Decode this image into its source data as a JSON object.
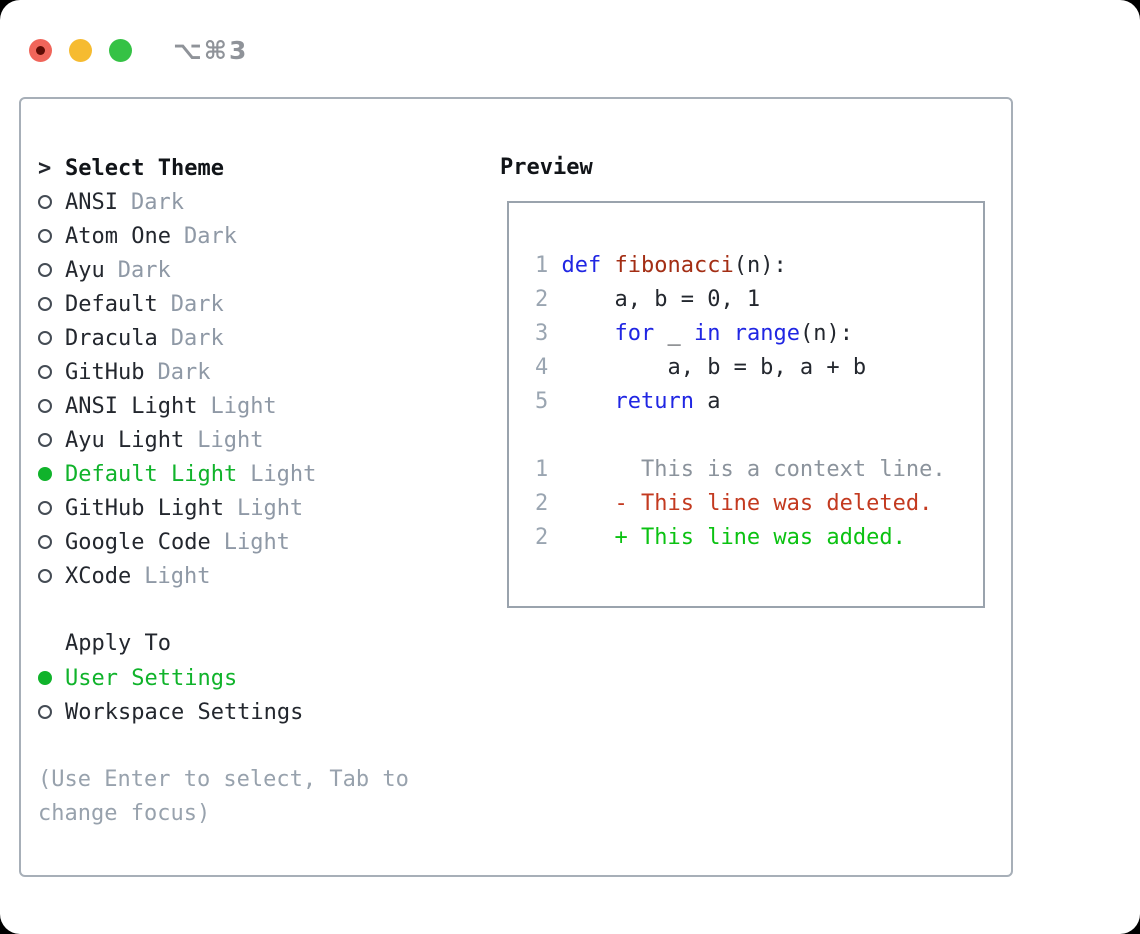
{
  "window": {
    "title": "⌥⌘3"
  },
  "left": {
    "header_prefix": ">",
    "header_label": "Select Theme",
    "themes": [
      {
        "name": "ANSI",
        "variant": "Dark",
        "selected": false
      },
      {
        "name": "Atom One",
        "variant": "Dark",
        "selected": false
      },
      {
        "name": "Ayu",
        "variant": "Dark",
        "selected": false
      },
      {
        "name": "Default",
        "variant": "Dark",
        "selected": false
      },
      {
        "name": "Dracula",
        "variant": "Dark",
        "selected": false
      },
      {
        "name": "GitHub",
        "variant": "Dark",
        "selected": false
      },
      {
        "name": "ANSI Light",
        "variant": "Light",
        "selected": false
      },
      {
        "name": "Ayu Light",
        "variant": "Light",
        "selected": false
      },
      {
        "name": "Default Light",
        "variant": "Light",
        "selected": true
      },
      {
        "name": "GitHub Light",
        "variant": "Light",
        "selected": false
      },
      {
        "name": "Google Code",
        "variant": "Light",
        "selected": false
      },
      {
        "name": "XCode",
        "variant": "Light",
        "selected": false
      }
    ],
    "apply_to_label": "Apply To",
    "apply_options": [
      {
        "name": "User Settings",
        "selected": true
      },
      {
        "name": "Workspace Settings",
        "selected": false
      }
    ],
    "hint": "(Use Enter to select, Tab to change focus)"
  },
  "preview": {
    "label": "Preview",
    "lines": [
      {
        "num": "1",
        "tokens": [
          [
            "kw",
            "def"
          ],
          [
            "pl",
            " "
          ],
          [
            "fn",
            "fibonacci"
          ],
          [
            "pl",
            "(n):"
          ]
        ]
      },
      {
        "num": "2",
        "tokens": [
          [
            "pl",
            "    a, b = 0, 1"
          ]
        ]
      },
      {
        "num": "3",
        "tokens": [
          [
            "pl",
            "    "
          ],
          [
            "kw",
            "for"
          ],
          [
            "pl",
            " _ "
          ],
          [
            "kw",
            "in"
          ],
          [
            "pl",
            " "
          ],
          [
            "kw",
            "range"
          ],
          [
            "pl",
            "(n):"
          ]
        ]
      },
      {
        "num": "4",
        "tokens": [
          [
            "pl",
            "        a, b = b, a + b"
          ]
        ]
      },
      {
        "num": "5",
        "tokens": [
          [
            "pl",
            "    "
          ],
          [
            "kw",
            "return"
          ],
          [
            "pl",
            " a"
          ]
        ]
      },
      {
        "num": "",
        "tokens": []
      },
      {
        "num": "1",
        "tokens": [
          [
            "ctx",
            "      This is a context line."
          ]
        ]
      },
      {
        "num": "2",
        "tokens": [
          [
            "del",
            "    - This line was deleted."
          ]
        ]
      },
      {
        "num": "2",
        "tokens": [
          [
            "add",
            "    + This line was added."
          ]
        ]
      }
    ]
  },
  "colors": {
    "selected_green": "#10b32b",
    "added_green": "#0bc212",
    "deleted_red": "#c33a20",
    "keyword_blue": "#2026e3",
    "function_red": "#a32e14",
    "muted_gray": "#8f99a6",
    "line_number_gray": "#9aa5b1",
    "context_gray": "#8b939c",
    "border_gray": "#a7afb8",
    "text_dark": "#23272e"
  }
}
